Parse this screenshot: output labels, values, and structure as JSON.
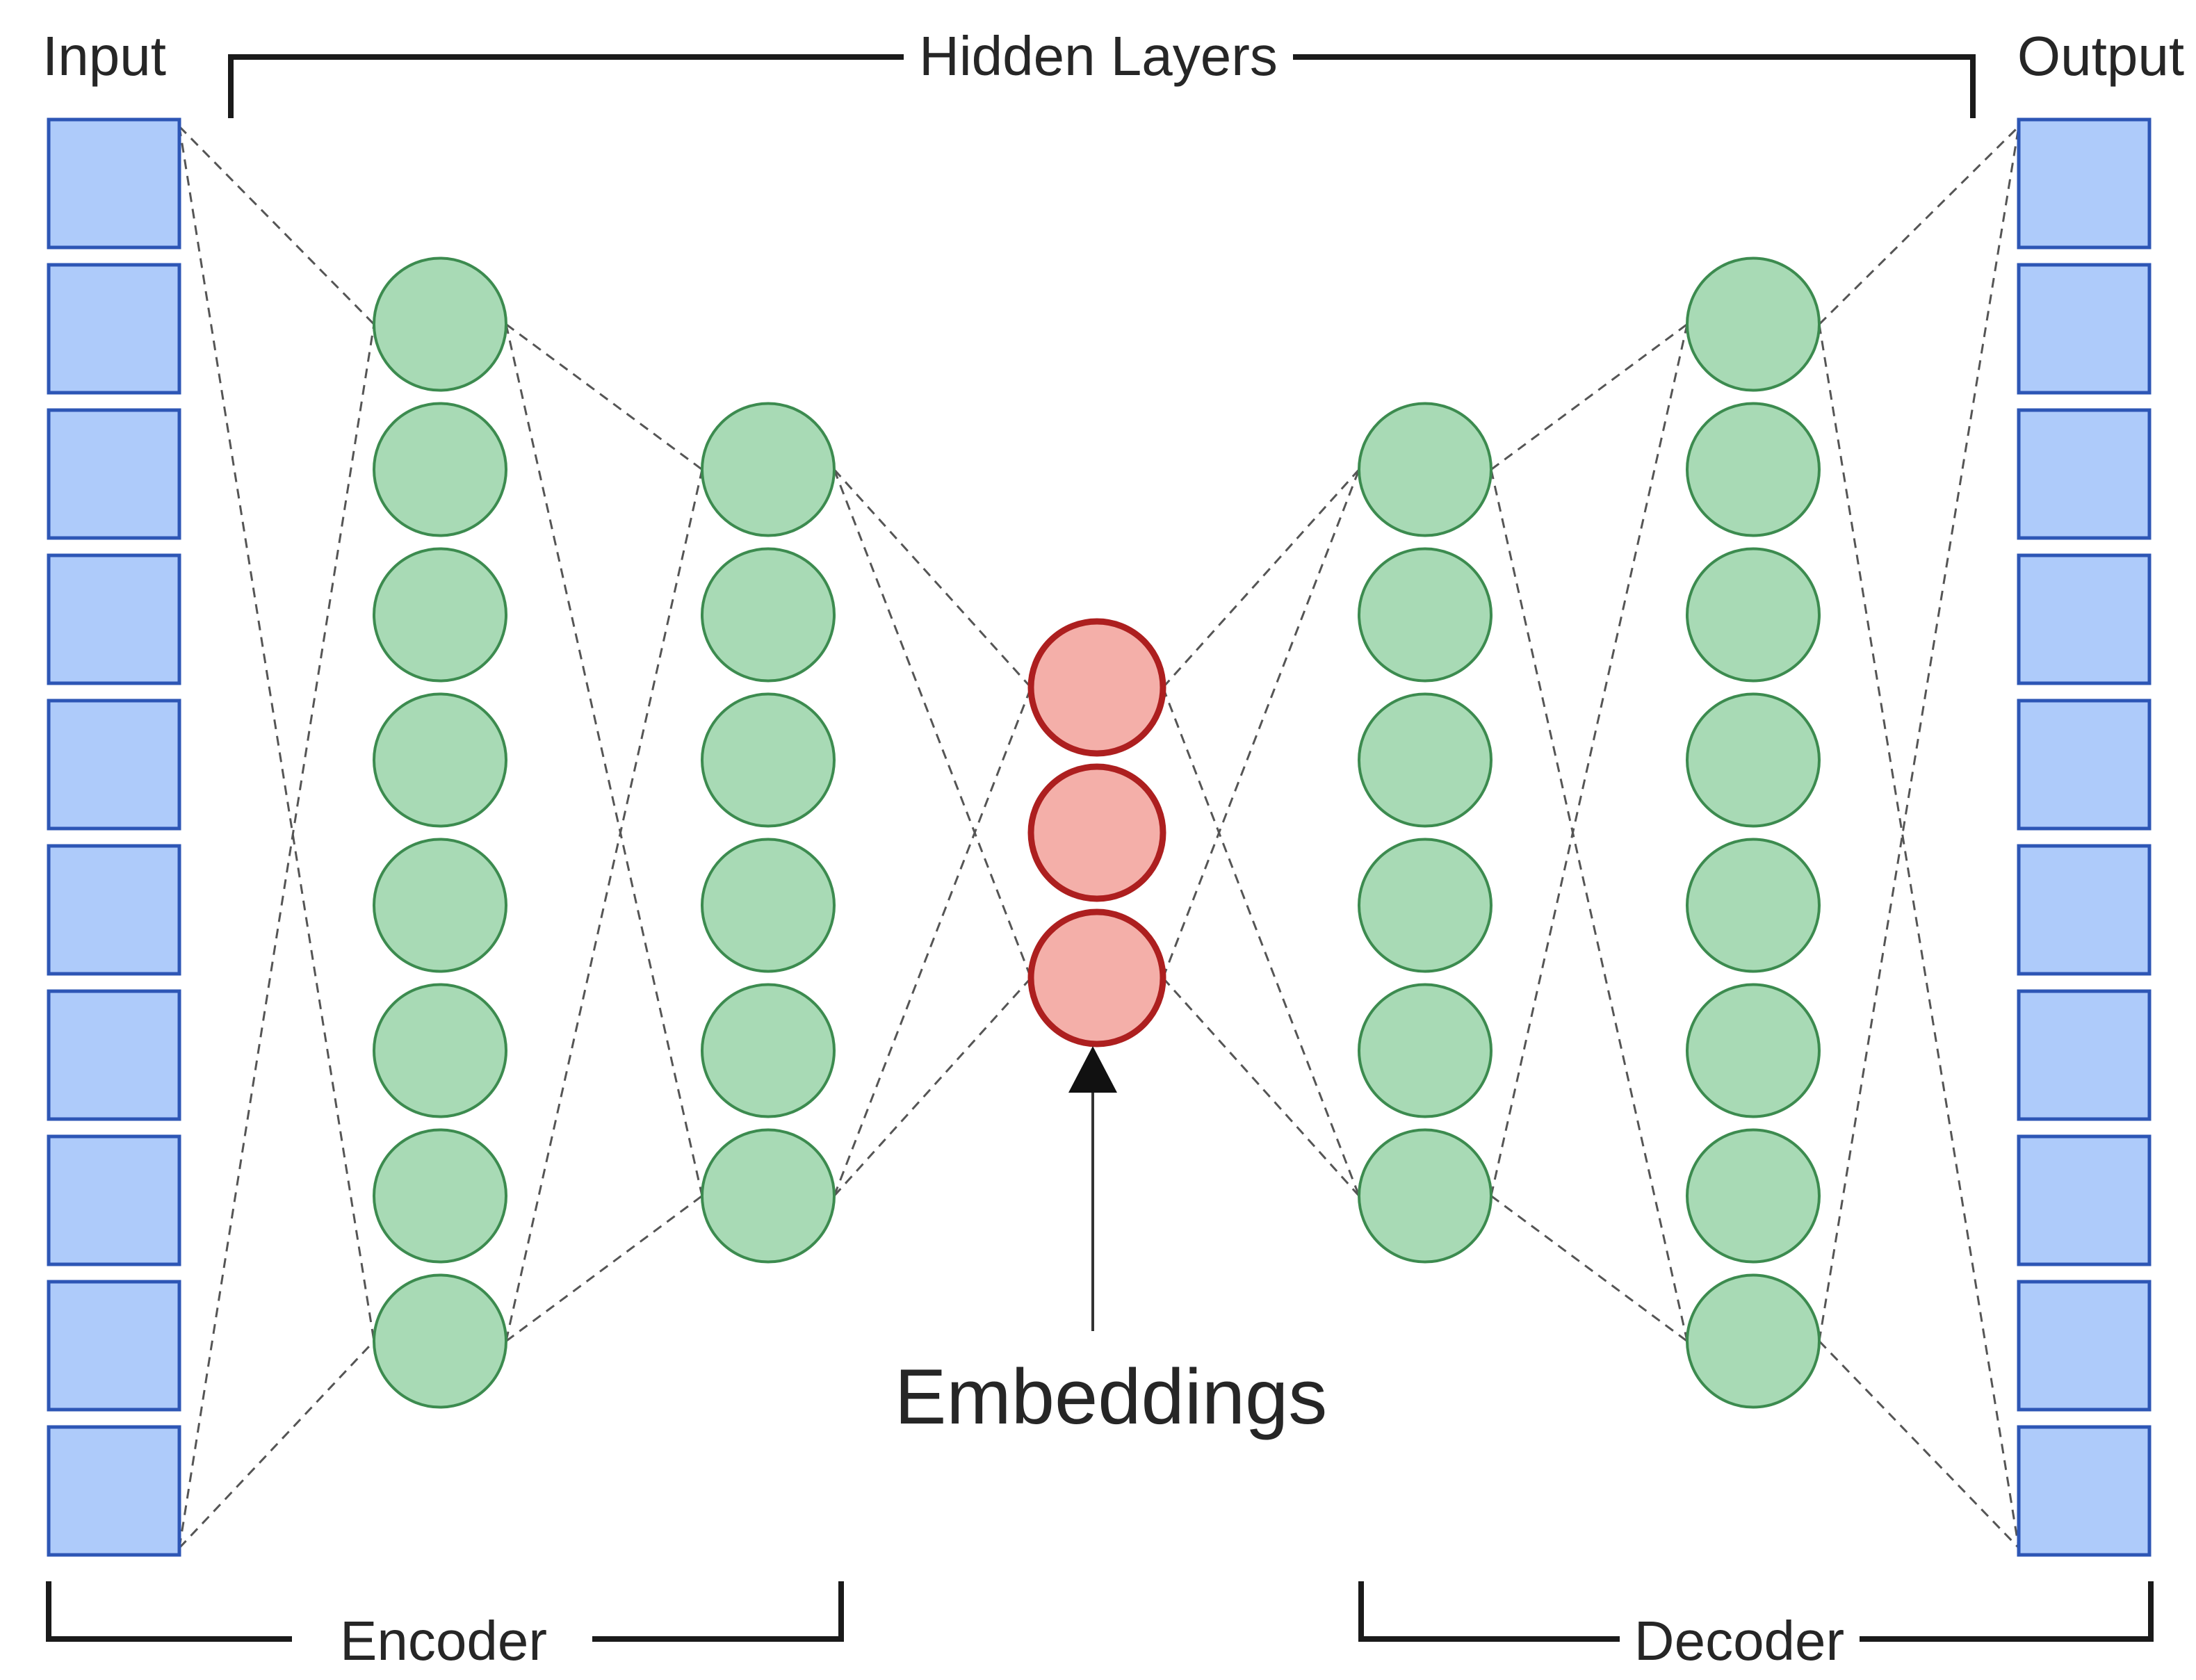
{
  "labels": {
    "input": "Input",
    "output": "Output",
    "hidden_layers": "Hidden Layers",
    "encoder": "Encoder",
    "decoder": "Decoder",
    "embeddings": "Embeddings"
  },
  "network": {
    "input_units": 10,
    "output_units": 10,
    "encoder_layer_1_nodes": 8,
    "encoder_layer_2_nodes": 6,
    "embedding_nodes": 3,
    "decoder_layer_1_nodes": 6,
    "decoder_layer_2_nodes": 8
  },
  "colors": {
    "input_fill": "#aecbfa",
    "input_stroke": "#2d56b5",
    "hidden_fill": "#a8dab5",
    "hidden_stroke": "#3c8b4f",
    "embedding_fill": "#f4afa9",
    "embedding_stroke": "#ad1f1f",
    "bracket": "#1a1a1a",
    "connector": "#555555",
    "text": "#262626"
  }
}
